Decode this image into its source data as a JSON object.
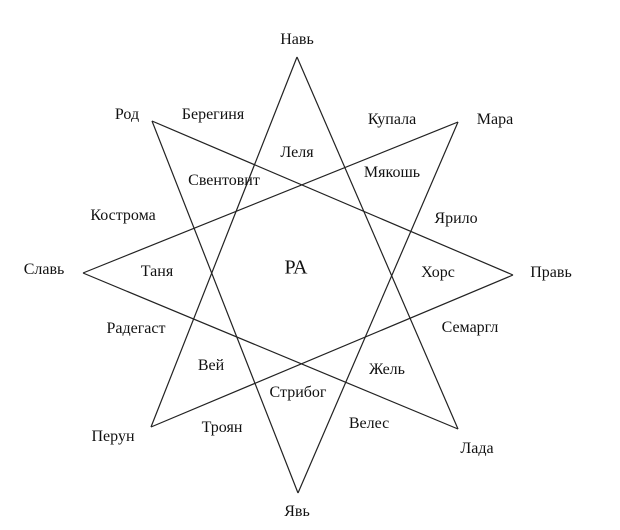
{
  "vertices": {
    "top": "Навь",
    "bottom": "Явь",
    "left": "Славь",
    "right": "Правь",
    "top_left": "Род",
    "top_right": "Мара",
    "bottom_left": "Перун",
    "bottom_right": "Лада"
  },
  "center": "РА",
  "inner": {
    "beregynia": "Берегиня",
    "kupala": "Купала",
    "lelia": "Леля",
    "sventovit": "Свентовит",
    "makosh": "Мякошь",
    "kostroma": "Кострома",
    "yarilo": "Ярило",
    "tanya": "Таня",
    "khors": "Хорс",
    "radegast": "Радегаст",
    "semargl": "Семаргл",
    "vey": "Вей",
    "zhel": "Жель",
    "stribog": "Стрибог",
    "troyan": "Троян",
    "veles": "Велес"
  },
  "line_color": "#222222"
}
